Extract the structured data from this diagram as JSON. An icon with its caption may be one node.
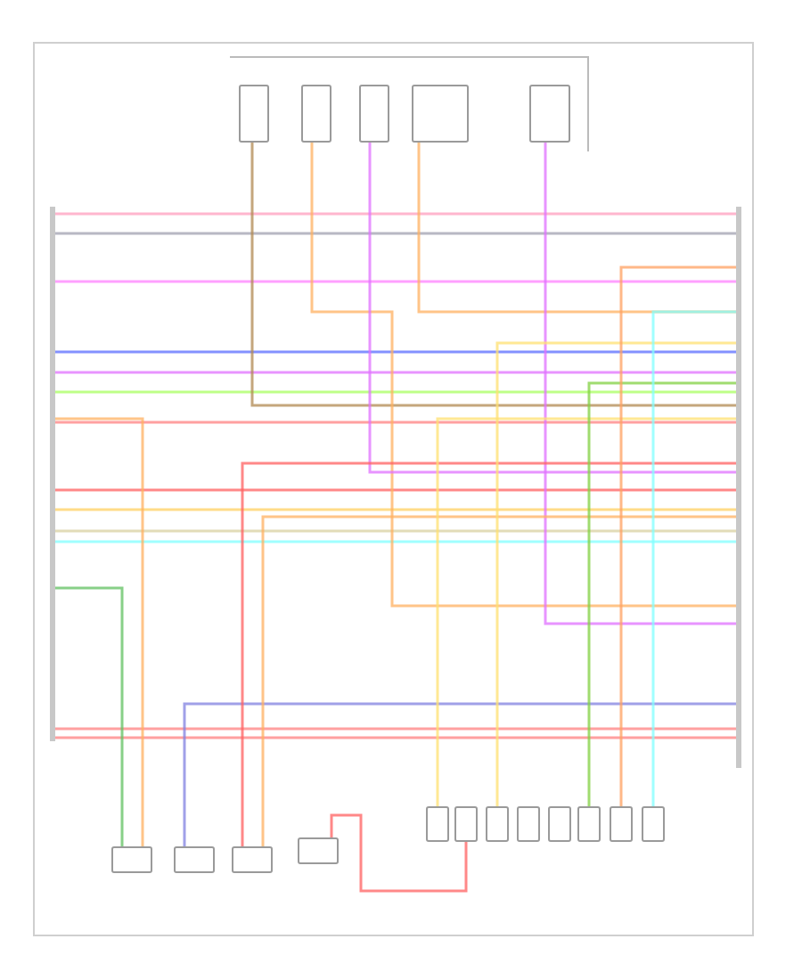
{
  "diagram": {
    "nodes": [
      {
        "text": [],
        "shape": "bar"
      },
      {
        "text": [],
        "shape": "bar"
      },
      {
        "text": [],
        "shape": "box"
      },
      {
        "text": [],
        "shape": "box"
      },
      {
        "text": [],
        "shape": "box"
      },
      {
        "text": [],
        "shape": "box"
      },
      {
        "text": [],
        "shape": "box"
      },
      {
        "text": [],
        "shape": "box"
      },
      {
        "text": [],
        "shape": "box"
      },
      {
        "text": [],
        "shape": "box"
      },
      {
        "text": [],
        "shape": "box"
      },
      {
        "text": [],
        "shape": "box"
      },
      {
        "text": [],
        "shape": "box"
      },
      {
        "text": [],
        "shape": "box"
      },
      {
        "text": [],
        "shape": "box"
      },
      {
        "text": [],
        "shape": "box"
      },
      {
        "text": [],
        "shape": "box"
      },
      {
        "text": [],
        "shape": "box"
      },
      {
        "text": [],
        "shape": "box"
      }
    ],
    "edges": [
      {
        "from": 0,
        "to": 1,
        "arrow": "none",
        "color": "#ff9ebe"
      },
      {
        "from": 0,
        "to": 1,
        "arrow": "none",
        "color": "#a0a0b0"
      },
      {
        "from": 0,
        "to": 1,
        "arrow": "none",
        "color": "#ff80ff"
      },
      {
        "from": 0,
        "to": 1,
        "arrow": "none",
        "color": "#5a6cff"
      },
      {
        "from": 0,
        "to": 1,
        "arrow": "none",
        "color": "#e070ff"
      },
      {
        "from": 0,
        "to": 1,
        "arrow": "none",
        "color": "#a8ff60"
      },
      {
        "from": 0,
        "to": 1,
        "arrow": "none",
        "color": "#ff8080"
      },
      {
        "from": 0,
        "to": 1,
        "arrow": "none",
        "color": "#ff6060"
      },
      {
        "from": 0,
        "to": 1,
        "arrow": "none",
        "color": "#ffd060"
      },
      {
        "from": 0,
        "to": 1,
        "arrow": "none",
        "color": "#d8d0a0"
      },
      {
        "from": 0,
        "to": 1,
        "arrow": "none",
        "color": "#80ffff"
      },
      {
        "from": 0,
        "to": 1,
        "arrow": "none",
        "color": "#ff8080"
      },
      {
        "from": 0,
        "to": 1,
        "arrow": "none",
        "color": "#ff8080"
      },
      {
        "from": 2,
        "to": 1,
        "arrow": "none",
        "color": "#b08850"
      },
      {
        "from": 3,
        "to": 1,
        "arrow": "none",
        "color": "#ffb060"
      },
      {
        "from": 4,
        "to": 1,
        "arrow": "none",
        "color": "#e070ff"
      },
      {
        "from": 5,
        "to": 1,
        "arrow": "none",
        "color": "#ffb060"
      },
      {
        "from": 6,
        "to": 1,
        "arrow": "none",
        "color": "#e070ff"
      },
      {
        "from": 0,
        "to": 7,
        "arrow": "none",
        "color": "#60c060"
      },
      {
        "from": 0,
        "to": 7,
        "arrow": "none",
        "color": "#ffb060"
      },
      {
        "from": 8,
        "to": 1,
        "arrow": "none",
        "color": "#8080e0"
      },
      {
        "from": 9,
        "to": 1,
        "arrow": "none",
        "color": "#ff6060"
      },
      {
        "from": 9,
        "to": 1,
        "arrow": "none",
        "color": "#ffb060"
      },
      {
        "from": 10,
        "to": 12,
        "arrow": "none",
        "color": "#ff6060"
      },
      {
        "from": 11,
        "to": 1,
        "arrow": "none",
        "color": "#ffe070"
      },
      {
        "from": 13,
        "to": 1,
        "arrow": "none",
        "color": "#ffe070"
      },
      {
        "from": 16,
        "to": 1,
        "arrow": "none",
        "color": "#80d040"
      },
      {
        "from": 17,
        "to": 1,
        "arrow": "none",
        "color": "#ffa060"
      },
      {
        "from": 18,
        "to": 1,
        "arrow": "none",
        "color": "#80ffff"
      }
    ]
  }
}
